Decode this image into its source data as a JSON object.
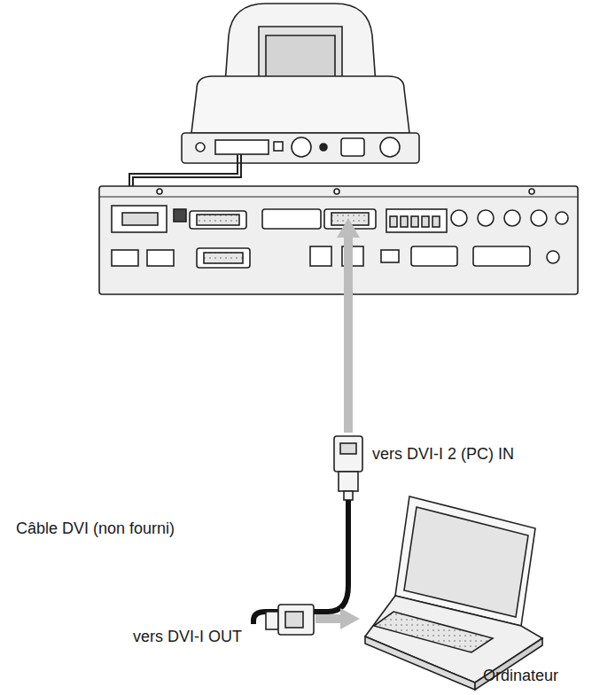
{
  "diagram": {
    "labels": [
      "vers DVI-I 2 (PC) IN",
      "Câble DVI (non fourni)",
      "vers DVI-I OUT",
      "Ordinateur"
    ]
  }
}
